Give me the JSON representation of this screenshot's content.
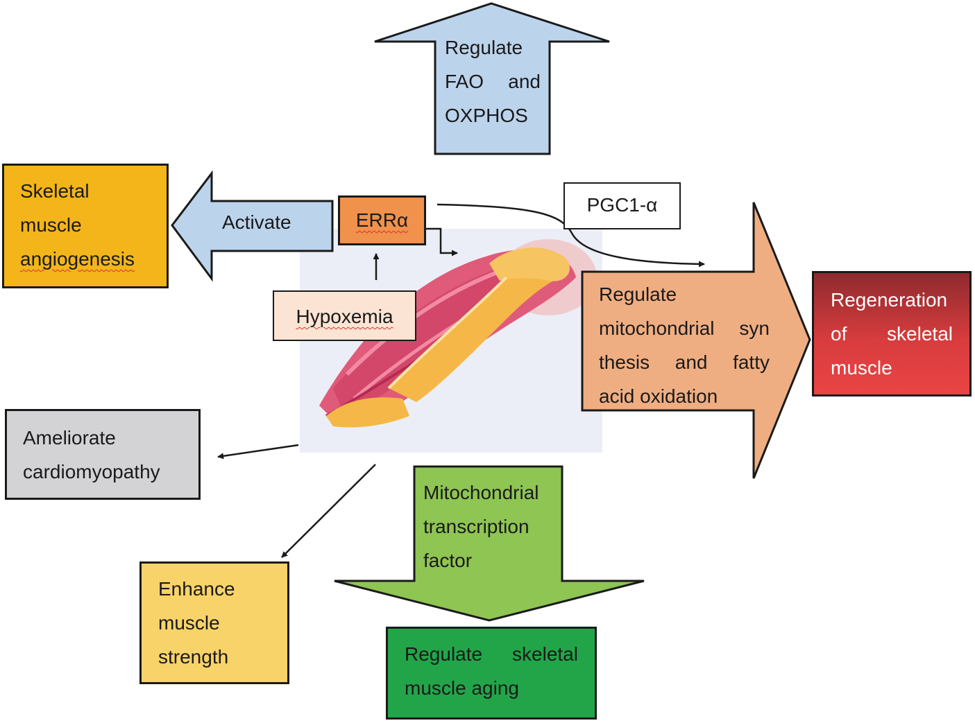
{
  "colors": {
    "outline": "#1a1a1a",
    "light_blue": "#bcd3ec",
    "orange_box": "#f4b51a",
    "errα": "#f0914c",
    "hypoxemia": "#fbe4d4",
    "salmon": "#efae82",
    "red_dark": "#8e2a2e",
    "red_light": "#ea4444",
    "gray": "#d3d2d4",
    "yellow": "#f8d36a",
    "light_green": "#8ec553",
    "green": "#22a549",
    "muscle_pink": "#e05a7a",
    "bone": "#f5b748"
  },
  "nodes": {
    "fao": {
      "lines": [
        "Regulate",
        "FAO and",
        "OXPHOS"
      ]
    },
    "angiogenesis": {
      "lines": [
        "Skeletal",
        "muscle",
        "angiogenesis"
      ]
    },
    "activate": {
      "label": "Activate"
    },
    "erra": {
      "label": "ERRα"
    },
    "pgc": {
      "label": "PGC1-α"
    },
    "hypoxemia": {
      "label": "Hypoxemia"
    },
    "mito_synthesis": {
      "lines": [
        "Regulate",
        "mitochondrial syn",
        "thesis and fatty",
        "acid oxidation"
      ]
    },
    "regeneration": {
      "lines": [
        "Regeneration",
        "of skeletal",
        "muscle"
      ]
    },
    "cardiomyopathy": {
      "lines": [
        "Ameliorate",
        "cardiomyopathy"
      ]
    },
    "mito_tf": {
      "lines": [
        "Mitochondrial",
        "transcription",
        "factor"
      ]
    },
    "strength": {
      "lines": [
        "Enhance",
        "muscle",
        "strength"
      ]
    },
    "aging": {
      "lines": [
        "Regulate skeletal",
        "muscle aging"
      ]
    }
  },
  "icons": [
    "muscle-illustration",
    "up-arrow",
    "left-arrow",
    "right-arrow",
    "down-arrow"
  ]
}
